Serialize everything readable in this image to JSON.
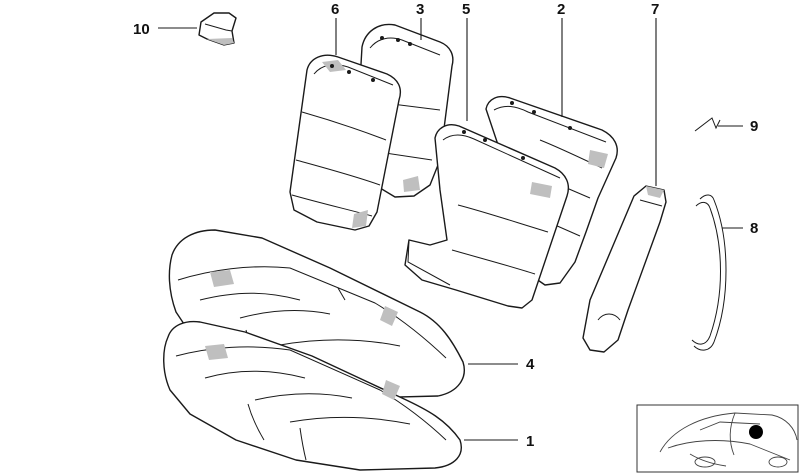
{
  "callouts": {
    "c1": "1",
    "c2": "2",
    "c3": "3",
    "c4": "4",
    "c5": "5",
    "c6": "6",
    "c7": "7",
    "c8": "8",
    "c9": "9",
    "c10": "10"
  },
  "colors": {
    "line": "#1a1a1a",
    "shade": "#bfbfbf",
    "background": "#ffffff",
    "marker": "#000000"
  }
}
